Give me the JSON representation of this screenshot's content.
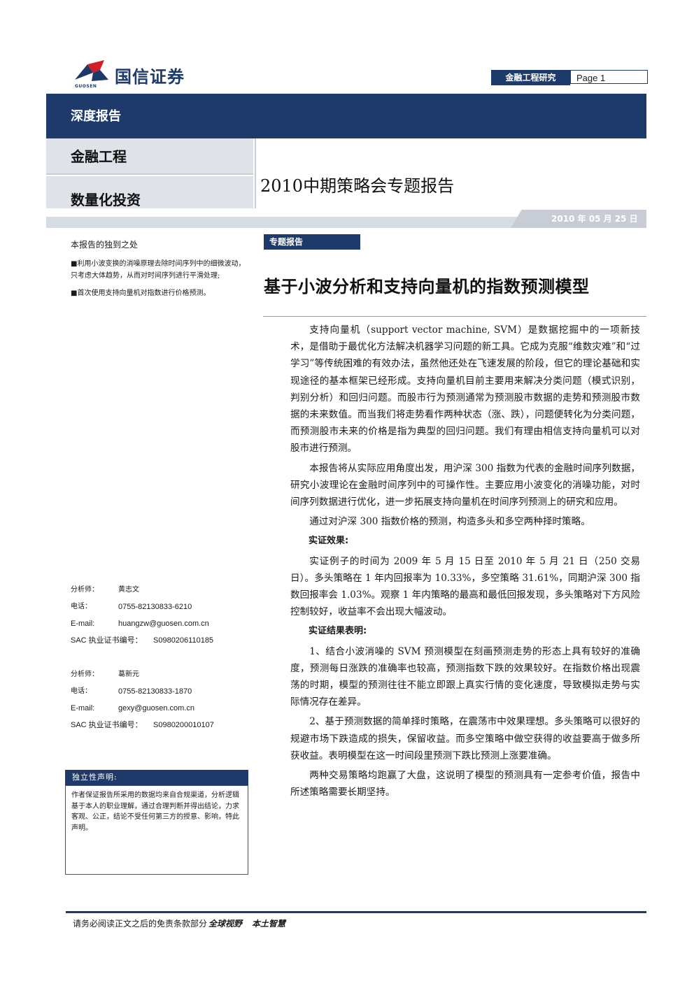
{
  "header": {
    "logo_text": "国信证券",
    "logo_sub": "GUOSEN",
    "dept_tag": "金融工程研究",
    "page_label": "Page 1",
    "band_title": "深度报告",
    "category1": "金融工程",
    "category2": "数量化投资",
    "report_series": "2010中期策略会专题报告",
    "date": "2010 年 05 月 25 日"
  },
  "sidebar": {
    "highlights_title": "本报告的独到之处",
    "highlights": [
      "■利用小波变换的消噪原理去除时间序列中的细微波动，只考虑大体趋势，从而对时间序列进行平滑处理;",
      "■首次使用支持向量机对指数进行价格预测。"
    ],
    "analysts": [
      {
        "name_label": "分析师：",
        "name": "黄志文",
        "phone_label": "电话：",
        "phone": "0755-82130833-6210",
        "email_label": "E-mail:",
        "email": "huangzw@guosen.com.cn",
        "sac_label": "SAC 执业证书编号：",
        "sac": "S0980206110185"
      },
      {
        "name_label": "分析师：",
        "name": "葛新元",
        "phone_label": "电话：",
        "phone": "0755-82130833-1870",
        "email_label": "E-mail:",
        "email": "gexy@guosen.com.cn",
        "sac_label": "SAC 执业证书编号：",
        "sac": "S0980200010107"
      }
    ],
    "declaration_title": "独立性声明:",
    "declaration_text": "作者保证报告所采用的数据均来自合规渠道，分析逻辑基于本人的职业理解，通过合理判断并得出结论，力求客观、公正，结论不受任何第三方的授意、影响，特此声明。"
  },
  "main": {
    "section_tag": "专题报告",
    "title": "基于小波分析和支持向量机的指数预测模型",
    "paragraphs": [
      "支持向量机（support vector machine, SVM）是数据挖掘中的一项新技术，是借助于最优化方法解决机器学习问题的新工具。它成为克服“维数灾难”和“过学习”等传统困难的有效办法，虽然他还处在飞速发展的阶段，但它的理论基础和实现途径的基本框架已经形成。支持向量机目前主要用来解决分类问题（模式识别，判别分析）和回归问题。而股市行为预测通常为预测股市数据的走势和预测股市数据的未来数值。而当我们将走势看作两种状态（涨、跌），问题便转化为分类问题，而预测股市未来的价格是指为典型的回归问题。我们有理由相信支持向量机可以对股市进行预测。",
      "本报告将从实际应用角度出发，用沪深 300 指数为代表的金融时间序列数据，研究小波理论在金融时间序列中的可操作性。主要应用小波变化的消噪功能，对时间序列数据进行优化，进一步拓展支持向量机在时间序列预测上的研究和应用。",
      "通过对沪深 300 指数价格的预测，构造多头和多空两种择时策略。"
    ],
    "subhead1": "实证效果:",
    "paragraphs2": [
      "实证例子的时间为 2009 年 5 月 15 日至 2010 年 5 月 21 日（250 交易日）。多头策略在 1 年内回报率为 10.33%，多空策略 31.61%，同期沪深 300 指数回报率会 1.03%。观察 1 年内策略的最高和最低回报发现，多头策略对下方风险控制较好，收益率不会出现大幅波动。"
    ],
    "subhead2": "实证结果表明:",
    "paragraphs3": [
      "1、结合小波消噪的 SVM 预测模型在刻画预测走势的形态上具有较好的准确度，预测每日涨跌的准确率也较高，预测指数下跌的效果较好。在指数价格出现震荡的时期，模型的预测往往不能立即跟上真实行情的变化速度，导致模拟走势与实际情况存在差异。",
      "2、基于预测数据的简单择时策略，在震荡市中效果理想。多头策略可以很好的规避市场下跌造成的损失，保留收益。而多空策略中做空获得的收益要高于做多所获收益。表明模型在这一时间段里预测下跌比预测上涨要准确。",
      "两种交易策略均跑赢了大盘，这说明了模型的预测具有一定参考价值，报告中所述策略需要长期坚持。"
    ]
  },
  "footer": {
    "disclaimer": "请务必阅读正文之后的免责条款部分",
    "slogan1": "全球视野",
    "slogan2": "本土智慧"
  },
  "colors": {
    "brand_navy": "#1d3a6b",
    "logo_red": "#d21f26",
    "grey_box": "#dfe3e9"
  }
}
